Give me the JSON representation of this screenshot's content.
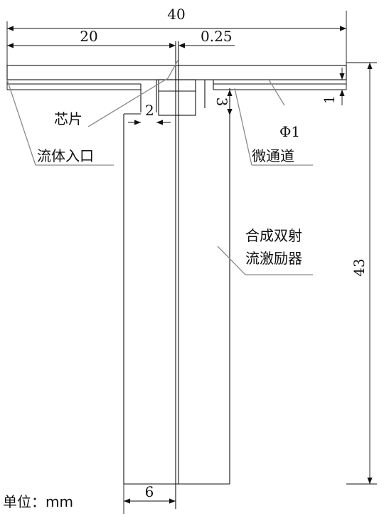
{
  "dimensions": {
    "total_width": "40",
    "half_width": "20",
    "gap": "0.25",
    "inlet_width": "2",
    "chamber_height": "3",
    "channel_height": "1",
    "total_height": "43",
    "body_width": "6",
    "channel_diameter": "Φ1"
  },
  "labels": {
    "chip": "芯片",
    "fluid_inlet": "流体入口",
    "microchannel": "微通道",
    "actuator_line1": "合成双射",
    "actuator_line2": "流激励器"
  },
  "unit_note": "单位：mm"
}
